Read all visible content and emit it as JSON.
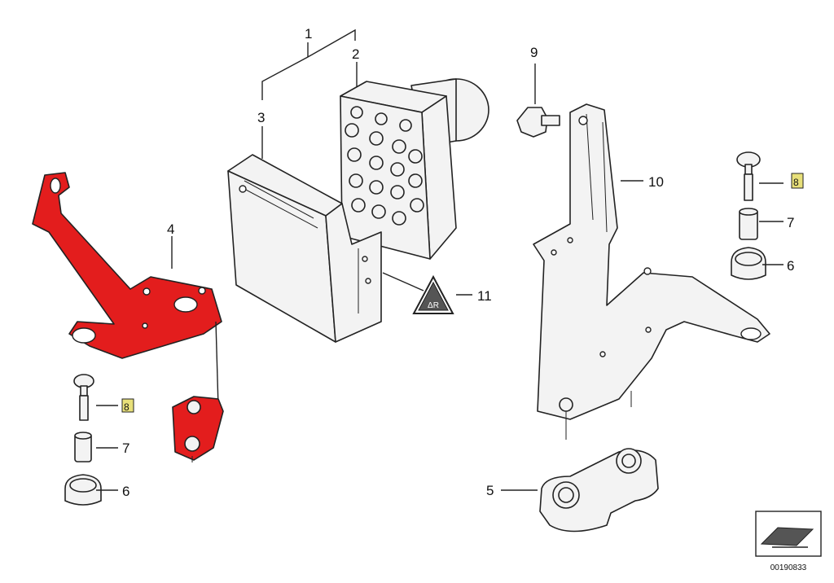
{
  "callouts": {
    "c1": "1",
    "c2": "2",
    "c3": "3",
    "c4": "4",
    "c5": "5",
    "c6a": "6",
    "c6b": "6",
    "c7a": "7",
    "c7b": "7",
    "c8a": "8",
    "c8b": "8",
    "c9": "9",
    "c10": "10",
    "c11": "11"
  },
  "warning_symbol_text": "ΔR",
  "diagram_number": "00190833",
  "colors": {
    "highlight": "#e31d1d",
    "part_fill": "#f3f3f3",
    "outline": "#222222",
    "tag": "#e8e07a"
  }
}
